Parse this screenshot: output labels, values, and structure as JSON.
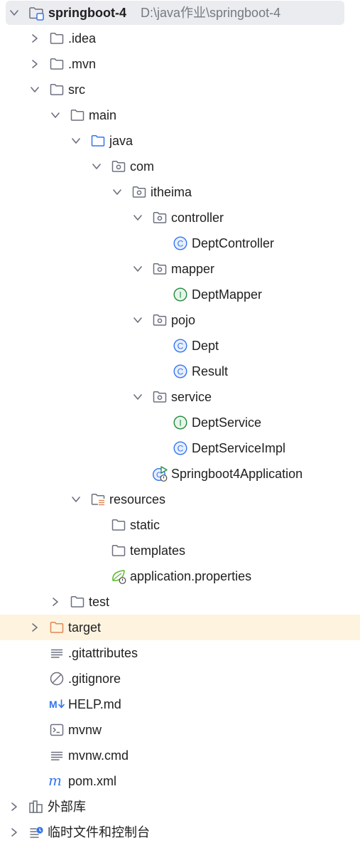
{
  "project_tree": {
    "root": {
      "label": "springboot-4",
      "path_hint": "D:\\java作业\\springboot-4"
    },
    "items": [
      {
        "name": "folder-idea",
        "label": ".idea",
        "depth": 1,
        "chevron": "right",
        "icon": "folder-icon"
      },
      {
        "name": "folder-mvn",
        "label": ".mvn",
        "depth": 1,
        "chevron": "right",
        "icon": "folder-icon"
      },
      {
        "name": "folder-src",
        "label": "src",
        "depth": 1,
        "chevron": "down",
        "icon": "folder-icon"
      },
      {
        "name": "folder-main",
        "label": "main",
        "depth": 2,
        "chevron": "down",
        "icon": "folder-icon"
      },
      {
        "name": "folder-java",
        "label": "java",
        "depth": 3,
        "chevron": "down",
        "icon": "source-folder-icon"
      },
      {
        "name": "package-com",
        "label": "com",
        "depth": 4,
        "chevron": "down",
        "icon": "package-icon"
      },
      {
        "name": "package-itheima",
        "label": "itheima",
        "depth": 5,
        "chevron": "down",
        "icon": "package-icon"
      },
      {
        "name": "package-controller",
        "label": "controller",
        "depth": 6,
        "chevron": "down",
        "icon": "package-icon"
      },
      {
        "name": "class-deptcontroller",
        "label": "DeptController",
        "depth": 7,
        "chevron": "none",
        "icon": "class-icon"
      },
      {
        "name": "package-mapper",
        "label": "mapper",
        "depth": 6,
        "chevron": "down",
        "icon": "package-icon"
      },
      {
        "name": "interface-deptmapper",
        "label": "DeptMapper",
        "depth": 7,
        "chevron": "none",
        "icon": "interface-icon"
      },
      {
        "name": "package-pojo",
        "label": "pojo",
        "depth": 6,
        "chevron": "down",
        "icon": "package-icon"
      },
      {
        "name": "class-dept",
        "label": "Dept",
        "depth": 7,
        "chevron": "none",
        "icon": "class-icon"
      },
      {
        "name": "class-result",
        "label": "Result",
        "depth": 7,
        "chevron": "none",
        "icon": "class-icon"
      },
      {
        "name": "package-service",
        "label": "service",
        "depth": 6,
        "chevron": "down",
        "icon": "package-icon"
      },
      {
        "name": "interface-deptservice",
        "label": "DeptService",
        "depth": 7,
        "chevron": "none",
        "icon": "interface-icon"
      },
      {
        "name": "class-deptserviceimpl",
        "label": "DeptServiceImpl",
        "depth": 7,
        "chevron": "none",
        "icon": "class-icon"
      },
      {
        "name": "class-springboot4application",
        "label": "Springboot4Application",
        "depth": 6,
        "chevron": "none",
        "icon": "spring-boot-app-icon"
      },
      {
        "name": "folder-resources",
        "label": "resources",
        "depth": 3,
        "chevron": "down",
        "icon": "resources-folder-icon"
      },
      {
        "name": "folder-static",
        "label": "static",
        "depth": 4,
        "chevron": "none",
        "icon": "folder-icon"
      },
      {
        "name": "folder-templates",
        "label": "templates",
        "depth": 4,
        "chevron": "none",
        "icon": "folder-icon"
      },
      {
        "name": "file-application-properties",
        "label": "application.properties",
        "depth": 4,
        "chevron": "none",
        "icon": "spring-properties-icon"
      },
      {
        "name": "folder-test",
        "label": "test",
        "depth": 2,
        "chevron": "right",
        "icon": "folder-icon"
      },
      {
        "name": "folder-target",
        "label": "target",
        "depth": 1,
        "chevron": "right",
        "icon": "excluded-folder-icon",
        "highlight": true
      },
      {
        "name": "file-gitattributes",
        "label": ".gitattributes",
        "depth": 1,
        "chevron": "none",
        "icon": "text-file-icon"
      },
      {
        "name": "file-gitignore",
        "label": ".gitignore",
        "depth": 1,
        "chevron": "none",
        "icon": "ignore-file-icon"
      },
      {
        "name": "file-help-md",
        "label": "HELP.md",
        "depth": 1,
        "chevron": "none",
        "icon": "markdown-icon"
      },
      {
        "name": "file-mvnw",
        "label": "mvnw",
        "depth": 1,
        "chevron": "none",
        "icon": "shell-script-icon"
      },
      {
        "name": "file-mvnw-cmd",
        "label": "mvnw.cmd",
        "depth": 1,
        "chevron": "none",
        "icon": "text-file-icon"
      },
      {
        "name": "file-pom-xml",
        "label": "pom.xml",
        "depth": 1,
        "chevron": "none",
        "icon": "maven-icon"
      },
      {
        "name": "external-libraries",
        "label": "外部库",
        "depth": 0,
        "chevron": "right",
        "icon": "library-icon"
      },
      {
        "name": "scratches-and-consoles",
        "label": "临时文件和控制台",
        "depth": 0,
        "chevron": "right",
        "icon": "scratches-icon"
      }
    ]
  },
  "colors": {
    "selected_row_bg": "#ebecf0",
    "target_row_bg": "#fdf3df",
    "class_blue": "#3574f0",
    "interface_green": "#208a3c",
    "spring_green": "#5fb832",
    "excluded_orange": "#e08855",
    "icon_gray": "#6c707e",
    "hint_gray": "#767a80"
  }
}
